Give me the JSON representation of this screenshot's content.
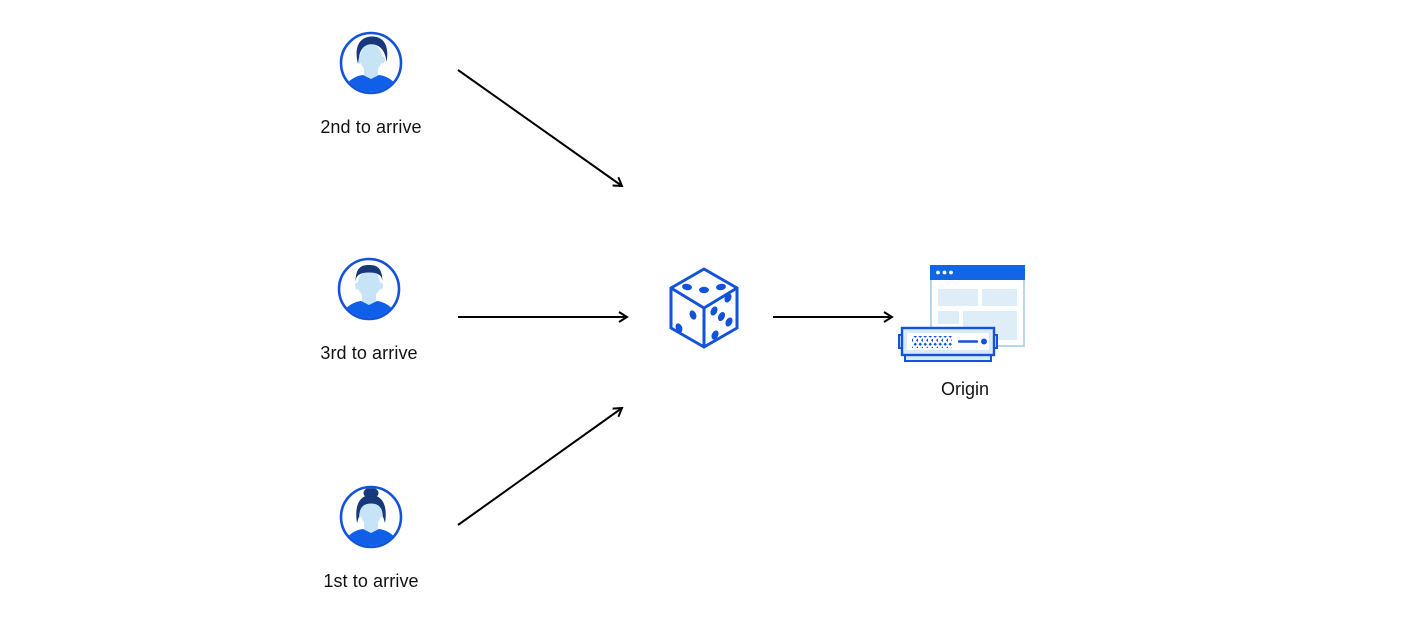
{
  "diagram": {
    "nodes": {
      "user_2nd": {
        "label": "2nd to arrive",
        "icon": "avatar-man-swept-hair-icon"
      },
      "user_3rd": {
        "label": "3rd to arrive",
        "icon": "avatar-man-short-hair-icon"
      },
      "user_1st": {
        "label": "1st to arrive",
        "icon": "avatar-woman-bun-icon"
      },
      "randomizer": {
        "icon": "dice-icon",
        "pips": {
          "top_face": 3,
          "left_face": 2,
          "right_face": 5
        }
      },
      "origin": {
        "label": "Origin",
        "icon": "browser-window-and-server-icon"
      }
    },
    "edges": [
      {
        "from": "user_2nd",
        "to": "randomizer"
      },
      {
        "from": "user_3rd",
        "to": "randomizer"
      },
      {
        "from": "user_1st",
        "to": "randomizer"
      },
      {
        "from": "randomizer",
        "to": "origin"
      }
    ],
    "colors": {
      "primary_blue": "#1353DC",
      "dark_navy_hair": "#17397C",
      "skin_light_blue": "#C6E4F5",
      "shirt_blue": "#0F5FE8",
      "titlebar_blue": "#1266E3",
      "panel_light_blue": "#DFEDF8",
      "server_band_blue": "#D9EAF8",
      "window_border_blue": "#B9D4F0",
      "arrow": "#000000",
      "background": "#FFFFFF"
    }
  }
}
